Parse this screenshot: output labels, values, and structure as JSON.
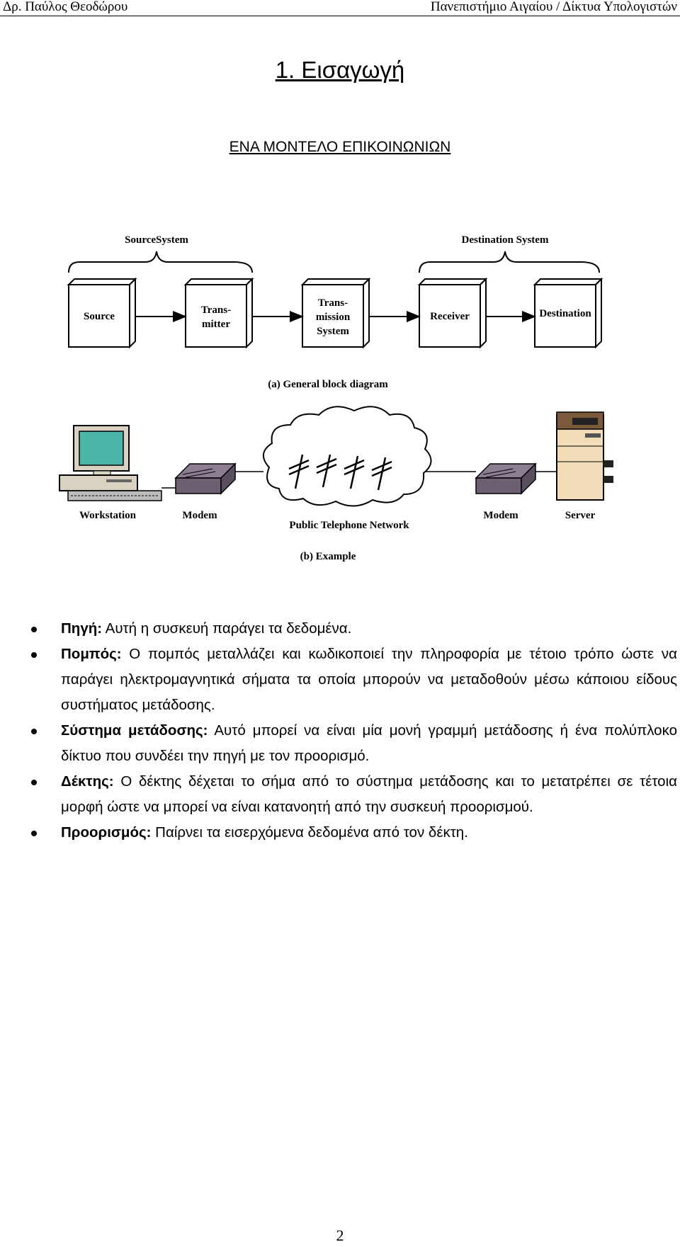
{
  "header": {
    "author": "Δρ. Παύλος Θεοδώρου",
    "course": "Πανεπιστήμιο Αιγαίου / Δίκτυα Υπολογιστών"
  },
  "title": "1. Εισαγωγή",
  "subtitle": "ΕΝΑ ΜΟΝΤΕΛΟ ΕΠΙΚΟΙΝΩΝΙΩΝ",
  "figure": {
    "source_system": "SourceSystem",
    "destination_system": "Destination System",
    "blocks": {
      "source": "Source",
      "transmitter_1": "Trans-",
      "transmitter_2": "mitter",
      "transmission_1": "Trans-",
      "transmission_2": "mission",
      "transmission_3": "System",
      "receiver": "Receiver",
      "destination": "Destination"
    },
    "caption_a": "(a) General block diagram",
    "example": {
      "workstation": "Workstation",
      "modem_left": "Modem",
      "network": "Public Telephone Network",
      "modem_right": "Modem",
      "server": "Server"
    },
    "caption_b": "(b) Example"
  },
  "items": [
    {
      "term": "Πηγή:",
      "text": " Αυτή η συσκευή παράγει τα δεδομένα."
    },
    {
      "term": "Πομπός:",
      "text": " Ο πομπός μεταλλάζει και κωδικοποιεί την πληροφορία με τέτοιο τρόπο ώστε να παράγει ηλεκτρομαγνητικά σήματα τα οποία μπορούν να μεταδοθούν μέσω κάποιου είδους συστήματος μετάδοσης."
    },
    {
      "term": "Σύστημα μετάδοσης:",
      "text": " Αυτό μπορεί να είναι μία μονή γραμμή μετάδοσης ή ένα πολύπλοκο δίκτυο που συνδέει την πηγή με τον προορισμό."
    },
    {
      "term": "Δέκτης:",
      "text": " Ο δέκτης δέχεται το σήμα από το σύστημα μετάδοσης και το μετατρέπει σε τέτοια μορφή ώστε να μπορεί να είναι κατανοητή από την συσκευή προορισμού."
    },
    {
      "term": "Προορισμός:",
      "text": " Παίρνει τα εισερχόμενα δεδομένα από τον δέκτη."
    }
  ],
  "page_number": "2"
}
